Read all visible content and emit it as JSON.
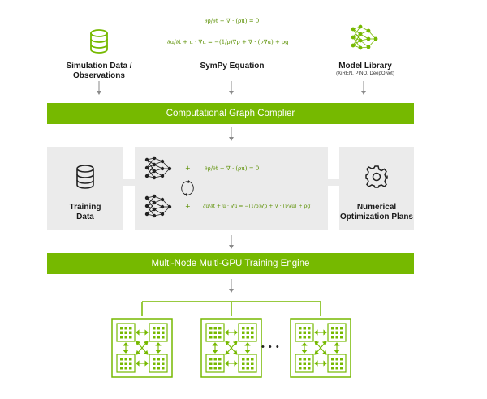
{
  "top": {
    "sim_label_line1": "Simulation Data /",
    "sim_label_line2": "Observations",
    "sympy_label": "SymPy Equation",
    "model_label": "Model Library",
    "model_sublabel": "(XiREN, PINO, DeepONet)",
    "eq_line1": "∂ρ/∂t + ∇ · (ρu) = 0",
    "eq_line2": "∂u/∂t + u · ∇u = −(1/ρ)∇p + ∇ · (ν∇u) + ρg"
  },
  "bars": {
    "compiler": "Computational Graph Complier",
    "engine": "Multi-Node Multi-GPU Training Engine"
  },
  "middle": {
    "training_line1": "Training",
    "training_line2": "Data",
    "numerical_line1": "Numerical",
    "numerical_line2": "Optimization Plans",
    "plus": "+"
  },
  "nodes": {
    "ellipsis": "• • •"
  },
  "colors": {
    "accent": "#76b900",
    "panel": "#ebebeb",
    "arrow": "#8a8a8a"
  }
}
